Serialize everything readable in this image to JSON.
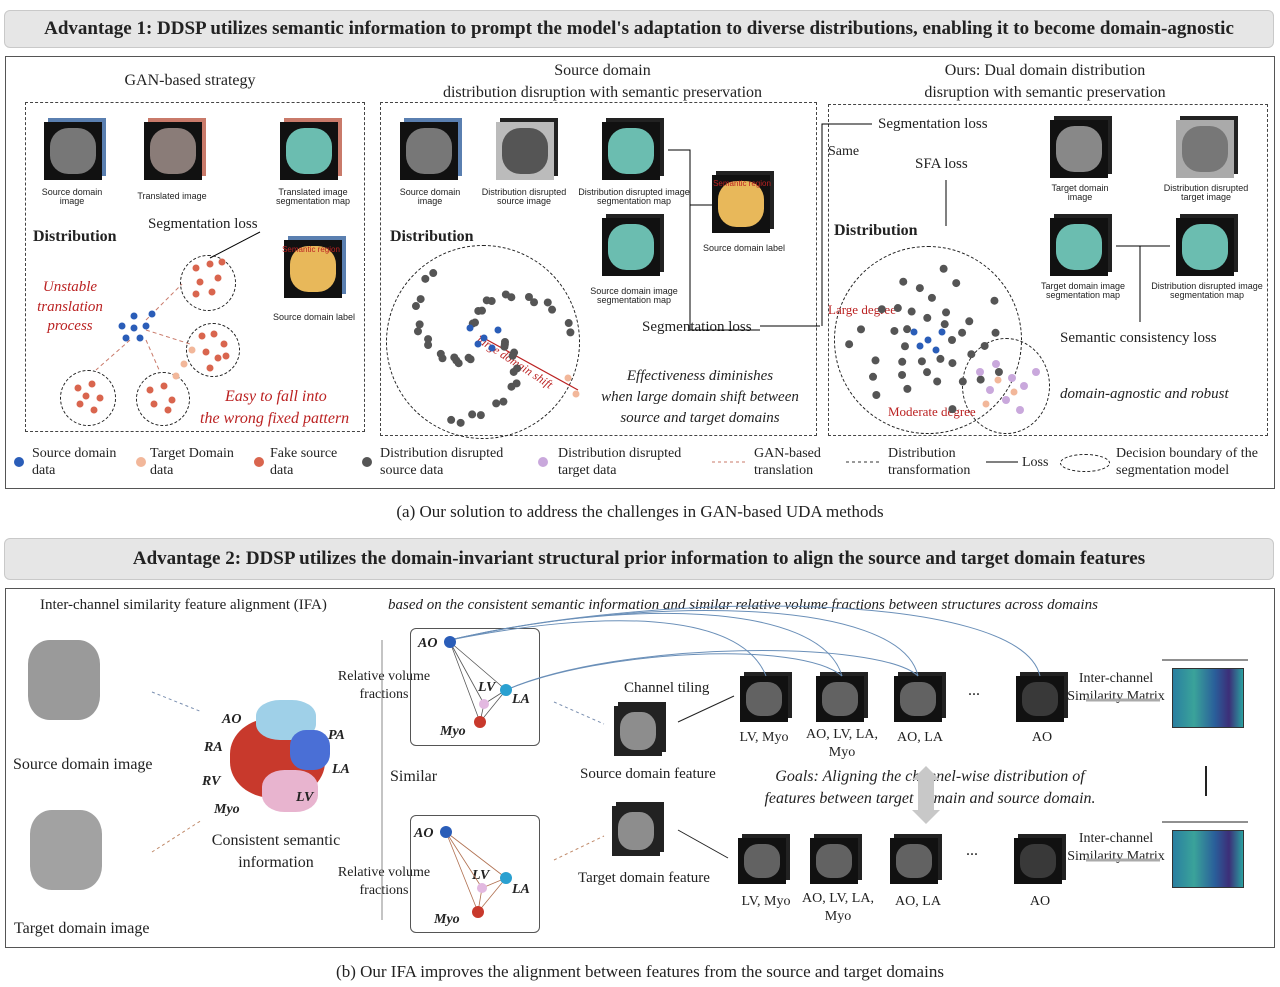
{
  "advantage1": "Advantage 1: DDSP utilizes semantic information to prompt the model's adaptation to diverse distributions, enabling it to become domain-agnostic",
  "advantage2": "Advantage 2: DDSP utilizes the domain-invariant structural prior information to align the source and target domain features",
  "panelA": {
    "gan": {
      "title": "GAN-based strategy",
      "source_img": "Source domain image",
      "translated_img": "Translated image",
      "translated_map": "Translated image segmentation map",
      "seg_loss": "Segmentation loss",
      "distribution": "Distribution",
      "unstable": "Unstable translation process",
      "semantic_region": "Semantic region",
      "source_label": "Source domain label",
      "easy_fall": "Easy to fall into",
      "wrong_pattern": "the wrong fixed pattern"
    },
    "middle": {
      "title1": "Source domain",
      "title2": "distribution disruption with semantic preservation",
      "source_img": "Source domain image",
      "disrupted_src": "Distribution disrupted source image",
      "disrupted_map": "Distribution disrupted image segmentation map",
      "semantic_region": "Semantic region",
      "source_label": "Source domain label",
      "source_map": "Source domain image segmentation map",
      "seg_loss": "Segmentation loss",
      "distribution": "Distribution",
      "large_shift": "large domain shift",
      "effect1": "Effectiveness diminishes",
      "effect2": "when large domain shift between",
      "effect3": "source and target domains"
    },
    "ours": {
      "title1": "Ours: Dual domain distribution",
      "title2": "disruption with semantic preservation",
      "seg_loss": "Segmentation loss",
      "same": "Same",
      "sfa_loss": "SFA loss",
      "distribution": "Distribution",
      "target_img": "Target domain image",
      "disrupted_target": "Distribution disrupted target image",
      "target_map": "Target domain image segmentation map",
      "disrupted_map": "Distribution disrupted image segmentation map",
      "large_degree": "Large degree",
      "moderate_degree": "Moderate degree",
      "sem_loss": "Semantic consistency loss",
      "agnostic": "domain-agnostic and robust"
    },
    "legend": {
      "source": "Source domain data",
      "target": "Target Domain data",
      "fake": "Fake source data",
      "dis_src": "Distribution disrupted source data",
      "dis_tgt": "Distribution disrupted target data",
      "gan": "GAN-based translation",
      "dist": "Distribution transformation",
      "loss": "Loss",
      "boundary": "Decision boundary of the segmentation model"
    },
    "caption": "(a) Our solution to address the challenges in GAN-based UDA methods"
  },
  "panelB": {
    "ifa_title": "Inter-channel similarity feature alignment (IFA)",
    "ifa_sub": "based on the consistent semantic information and similar relative volume fractions between structures across domains",
    "source_image": "Source domain image",
    "target_image": "Target domain image",
    "heart_labels": [
      "AO",
      "RA",
      "PA",
      "RV",
      "LA",
      "Myo",
      "LV"
    ],
    "consistent": "Consistent semantic information",
    "relative": "Relative volume fractions",
    "similar": "Similar",
    "graph": [
      "AO",
      "LV",
      "LA",
      "Myo"
    ],
    "channel_tiling": "Channel tiling",
    "source_feature": "Source domain feature",
    "target_feature": "Target domain feature",
    "channels": [
      "LV, Myo",
      "AO, LV, LA, Myo",
      "AO, LA",
      "AO"
    ],
    "ellipsis": "...",
    "matrix": "Inter-channel Similarity Matrix",
    "goals1": "Goals: Aligning the channel-wise distribution of",
    "goals2": "features between target domain and source domain.",
    "caption": "(b) Our IFA improves the alignment between features from the source and target domains"
  },
  "colors": {
    "source_dot": "#2a5db8",
    "target_dot": "#f2b79a",
    "fake_dot": "#d9654e",
    "dis_src_dot": "#555555",
    "dis_tgt_dot": "#c9a8dc",
    "banner": "#e6e6e6"
  }
}
